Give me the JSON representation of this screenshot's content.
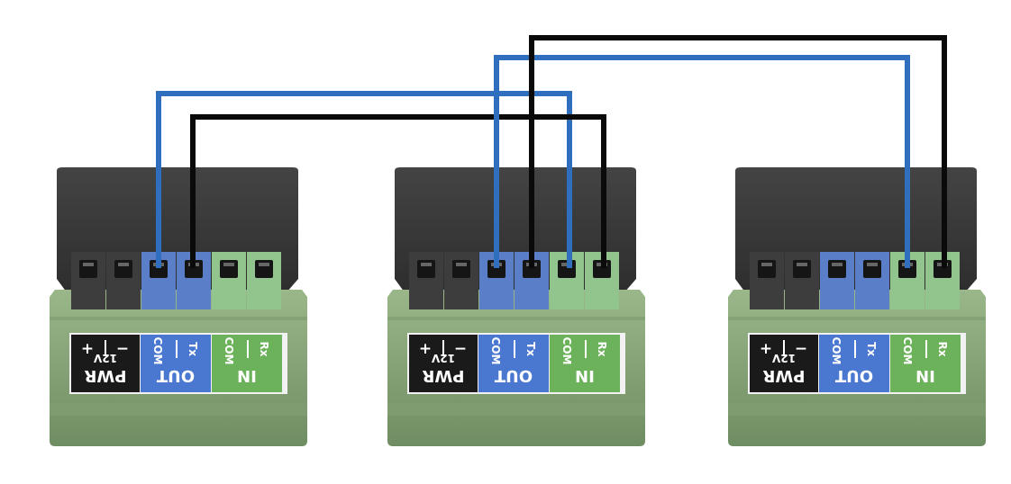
{
  "modules": [
    {
      "pwr": {
        "title": "PWR",
        "voltage": "12V",
        "plus": "+",
        "minus": "−"
      },
      "out": {
        "title": "OUT",
        "com": "COM",
        "sig": "Tx"
      },
      "inp": {
        "title": "IN",
        "com": "COM",
        "sig": "Rx"
      }
    },
    {
      "pwr": {
        "title": "PWR",
        "voltage": "12V",
        "plus": "+",
        "minus": "−"
      },
      "out": {
        "title": "OUT",
        "com": "COM",
        "sig": "Tx"
      },
      "inp": {
        "title": "IN",
        "com": "COM",
        "sig": "Rx"
      }
    },
    {
      "pwr": {
        "title": "PWR",
        "voltage": "12V",
        "plus": "+",
        "minus": "−"
      },
      "out": {
        "title": "OUT",
        "com": "COM",
        "sig": "Tx"
      },
      "inp": {
        "title": "IN",
        "com": "COM",
        "sig": "Rx"
      }
    }
  ],
  "colors": {
    "housing": "#3a3a3a",
    "housing_top": "#2e2e2e",
    "body_green": "#8aa678",
    "terminal_black": "#3d3d3d",
    "terminal_blue": "#5b7ec8",
    "terminal_green": "#92c48e",
    "pwr_label": "#1a1a1a",
    "out_label": "#4a78d0",
    "in_label": "#6cb25a",
    "wire_blue": "#2f6fbd",
    "wire_black": "#0a0a0a"
  }
}
